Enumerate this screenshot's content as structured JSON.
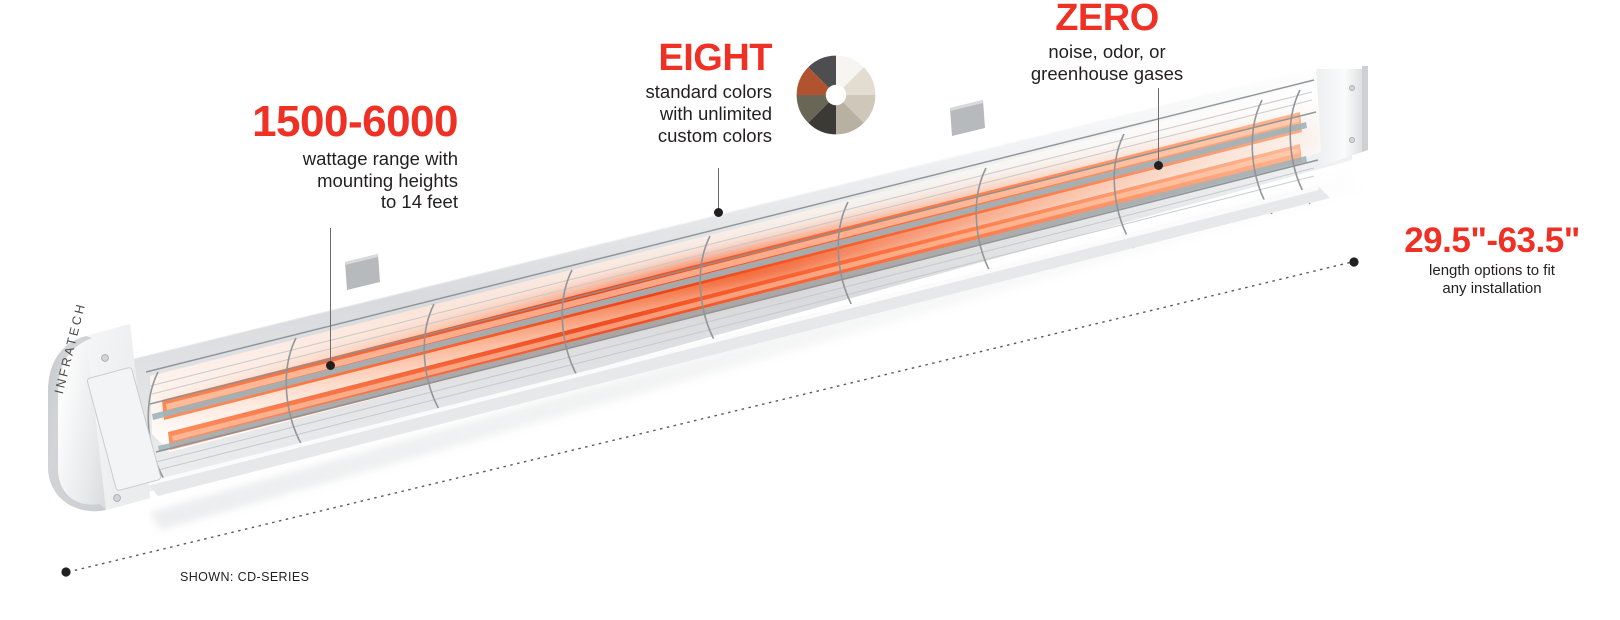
{
  "page": {
    "brand": "INFRATECH",
    "caption": "SHOWN: CD-SERIES",
    "accent_color": "#ee3124",
    "text_color": "#231f20",
    "background": "#ffffff"
  },
  "callouts": [
    {
      "id": "wattage",
      "headline": "1500-6000",
      "sub": "wattage range with\nmounting heights\nto 14 feet"
    },
    {
      "id": "colors",
      "headline": "EIGHT",
      "sub": "standard colors\nwith unlimited\ncustom colors"
    },
    {
      "id": "emissions",
      "headline": "ZERO",
      "sub": "noise, odor, or\ngreenhouse gases"
    },
    {
      "id": "length",
      "headline": "29.5\"-63.5\"",
      "sub": "length options to fit\nany installation"
    }
  ],
  "color_wheel": {
    "segment_count": 8,
    "segments": [
      {
        "name": "white",
        "hex": "#f7f5f1"
      },
      {
        "name": "beige",
        "hex": "#e3ddd1"
      },
      {
        "name": "almond",
        "hex": "#cfc8ba"
      },
      {
        "name": "bronze",
        "hex": "#b8b0a1"
      },
      {
        "name": "black",
        "hex": "#3b3a37"
      },
      {
        "name": "olive-grey",
        "hex": "#6a6655"
      },
      {
        "name": "copper",
        "hex": "#b2532f"
      },
      {
        "name": "charcoal",
        "hex": "#4e4e50"
      }
    ]
  },
  "product": {
    "name": "CD-SERIES",
    "housing_color": "#e9eaec",
    "element_glow_color": "#f4603a"
  }
}
